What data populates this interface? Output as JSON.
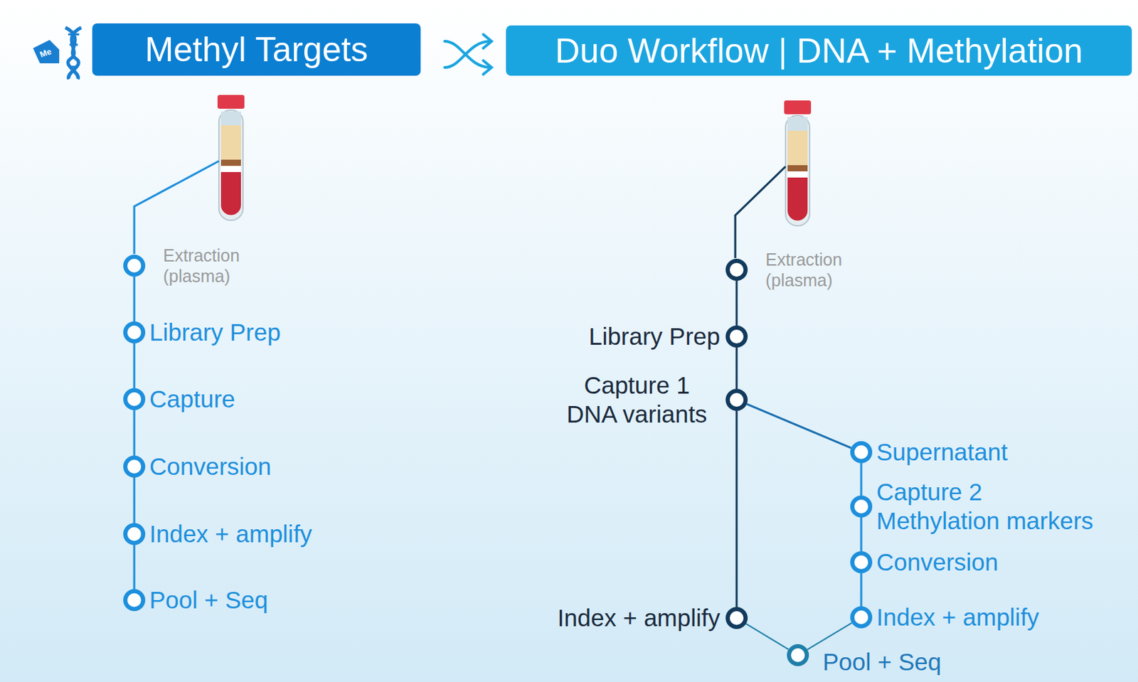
{
  "diagram": {
    "nodes": [
      {
        "text": [
          "Methyl Targets"
        ]
      },
      {
        "text": [
          "Duo Workflow | DNA + Methylation"
        ]
      },
      {
        "text": [
          "Extraction (plasma)"
        ]
      },
      {
        "text": [
          "Library Prep"
        ]
      },
      {
        "text": [
          "Capture"
        ]
      },
      {
        "text": [
          "Conversion"
        ]
      },
      {
        "text": [
          "Index + amplify"
        ]
      },
      {
        "text": [
          "Pool + Seq"
        ]
      },
      {
        "text": [
          "Extraction (plasma)"
        ]
      },
      {
        "text": [
          "Library Prep"
        ]
      },
      {
        "text": [
          "Capture 1 DNA variants"
        ]
      },
      {
        "text": [
          "Supernatant"
        ]
      },
      {
        "text": [
          "Capture 2 Methylation markers"
        ]
      },
      {
        "text": [
          "Conversion"
        ]
      },
      {
        "text": [
          "Index + amplify"
        ]
      },
      {
        "text": [
          "Index + amplify"
        ]
      },
      {
        "text": [
          "Pool + Seq"
        ]
      }
    ],
    "edges": [
      {
        "from": 2,
        "to": 3,
        "arrow": "none"
      },
      {
        "from": 3,
        "to": 4,
        "arrow": "none"
      },
      {
        "from": 4,
        "to": 5,
        "arrow": "none"
      },
      {
        "from": 5,
        "to": 6,
        "arrow": "none"
      },
      {
        "from": 6,
        "to": 7,
        "arrow": "none"
      },
      {
        "from": 8,
        "to": 9,
        "arrow": "none"
      },
      {
        "from": 9,
        "to": 10,
        "arrow": "none"
      },
      {
        "from": 10,
        "to": 14,
        "arrow": "none"
      },
      {
        "from": 10,
        "to": 11,
        "arrow": "none"
      },
      {
        "from": 11,
        "to": 12,
        "arrow": "none"
      },
      {
        "from": 12,
        "to": 13,
        "arrow": "none"
      },
      {
        "from": 13,
        "to": 15,
        "arrow": "none"
      },
      {
        "from": 14,
        "to": 16,
        "arrow": "none"
      },
      {
        "from": 15,
        "to": 16,
        "arrow": "none"
      }
    ],
    "labels": [
      "Me"
    ]
  }
}
